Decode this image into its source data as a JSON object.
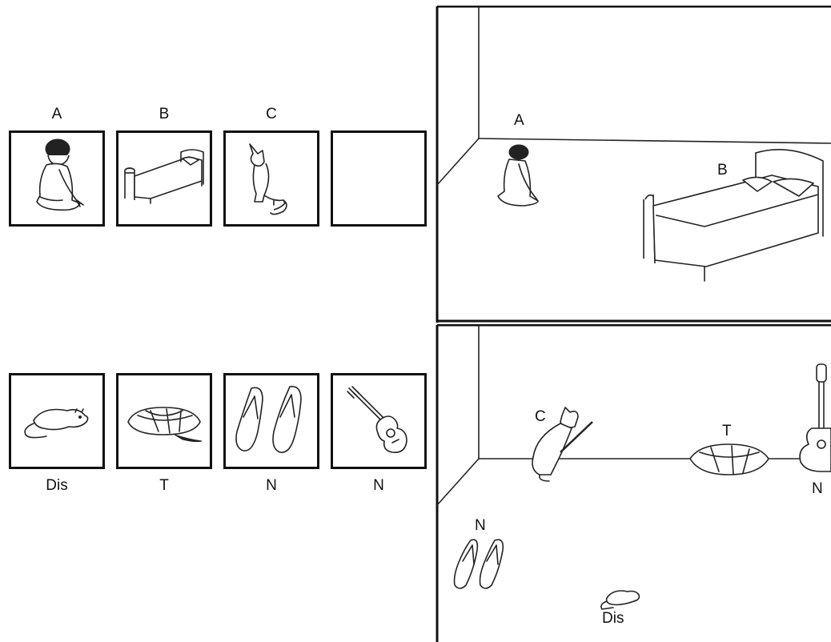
{
  "top_row": {
    "labels": [
      "A",
      "B",
      "C"
    ],
    "cards": [
      {
        "icon": "sitting-child-icon"
      },
      {
        "icon": "bed-icon"
      },
      {
        "icon": "cat-icon"
      },
      {
        "icon": "empty"
      }
    ]
  },
  "bottom_row": {
    "labels": [
      "Dis",
      "T",
      "N",
      "N"
    ],
    "cards": [
      {
        "icon": "mouse-icon"
      },
      {
        "icon": "cushion-icon"
      },
      {
        "icon": "flip-flops-icon"
      },
      {
        "icon": "guitar-icon"
      }
    ]
  },
  "scene_top": {
    "labels": {
      "child": "A",
      "bed": "B"
    }
  },
  "scene_bottom": {
    "labels": {
      "cat": "C",
      "cushion": "T",
      "guitar": "N",
      "flipflops": "N",
      "mouse": "Dis"
    }
  }
}
